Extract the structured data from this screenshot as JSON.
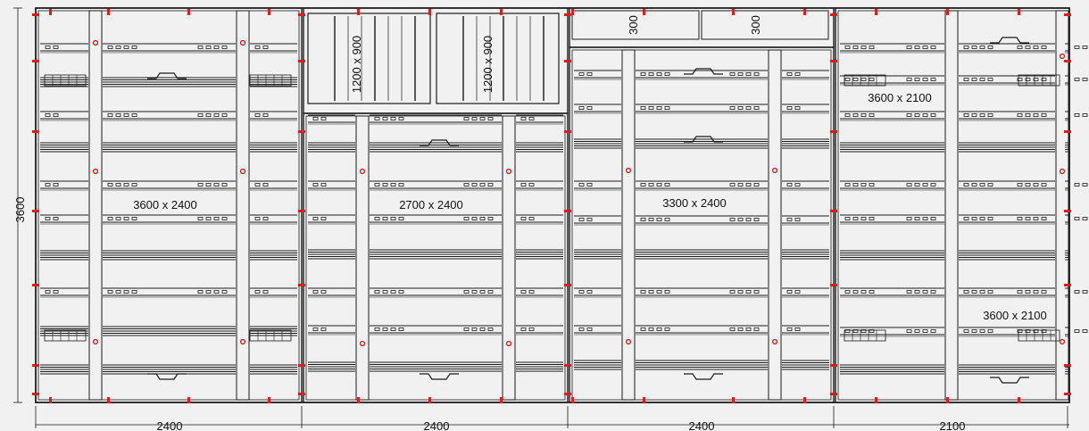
{
  "panels": [
    {
      "id": "p1",
      "label": "3600 x 2400"
    },
    {
      "id": "p2",
      "label": "2700 x 2400"
    },
    {
      "id": "p3",
      "label": "3300 x 2400"
    },
    {
      "id": "p4a",
      "label": "3600 x 2100"
    },
    {
      "id": "p4b",
      "label": "3600 x 2100"
    }
  ],
  "small_panels": [
    {
      "id": "s1",
      "label": "1200 x 900"
    },
    {
      "id": "s2",
      "label": "1200 x 900"
    },
    {
      "id": "s3",
      "label": "300"
    },
    {
      "id": "s4",
      "label": "300"
    }
  ],
  "dimensions": {
    "height": "3600",
    "widths": [
      "2400",
      "2400",
      "2400",
      "2100"
    ]
  },
  "colors": {
    "line": "#1a1a1a",
    "clamp": "#e11b1b",
    "background": "#f1f1f1"
  }
}
